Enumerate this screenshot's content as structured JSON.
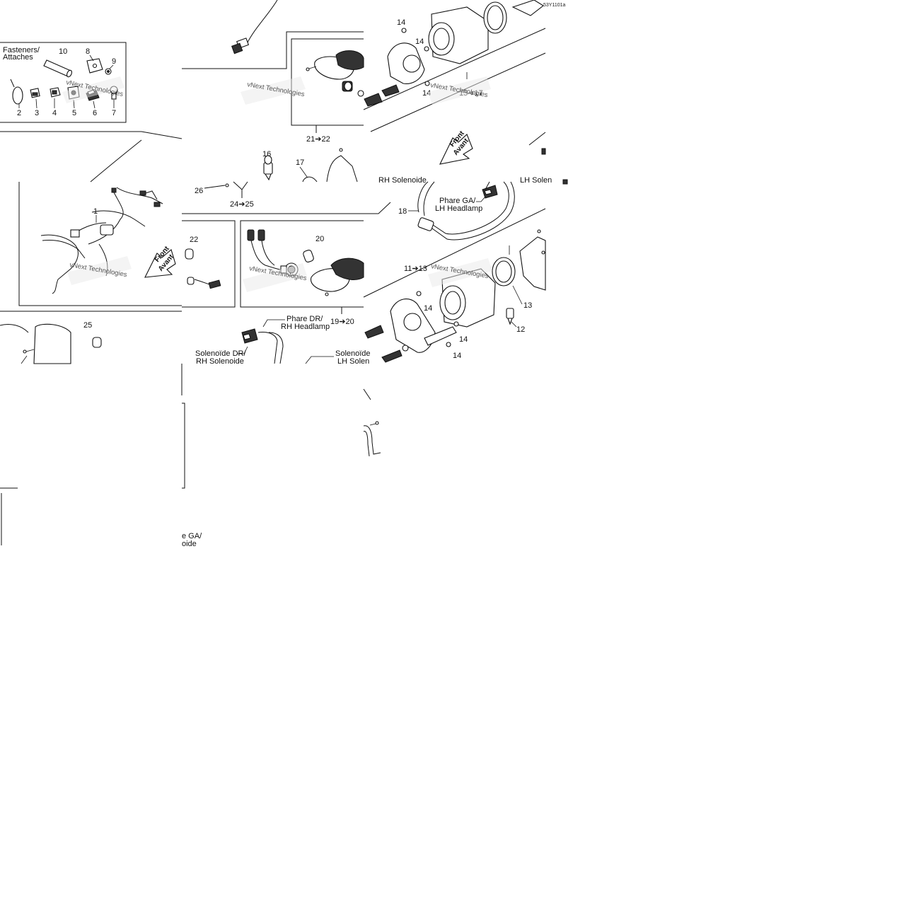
{
  "diagram": {
    "drawing_code": "53Y1101a",
    "watermark": "vNext Technologies",
    "fasteners_box": {
      "title_line1": "Fasteners/",
      "title_line2": "Attaches",
      "items": [
        "10",
        "8",
        "9",
        "2",
        "3",
        "4",
        "5",
        "6",
        "7"
      ]
    },
    "main_harness": {
      "callout": "1"
    },
    "direction_arrows": [
      {
        "line1": "Front",
        "line2": "Avant"
      },
      {
        "line1": "Front",
        "line2": "Avant"
      }
    ],
    "callouts": {
      "c14a": "14",
      "c14b": "14",
      "c14c": "14",
      "c14d": "14",
      "c14e": "14",
      "c14f": "14",
      "c15_17": "15➔17",
      "c21_22": "21➔22",
      "c16": "16",
      "c17": "17",
      "c26": "26",
      "c24_25": "24➔25",
      "c22": "22",
      "c20": "20",
      "c19_20": "19➔20",
      "c25": "25",
      "c18": "18",
      "c11_13": "11➔13",
      "c13": "13",
      "c12": "12"
    },
    "connector_labels": {
      "lh_headlamp_1": "Phare GA/",
      "lh_headlamp_2": "LH Headlamp",
      "rh_headlamp_1": "Phare DR/",
      "rh_headlamp_2": "RH Headlamp",
      "rh_solenoid_1": "Solenoïde DR/",
      "rh_solenoid_2": "RH Solenoide",
      "lh_solenoid_1": "Solenoïde",
      "lh_solenoid_2": "LH Solen",
      "lh_cut_1": "e GA/",
      "lh_cut_2": "oide",
      "cut_top": "RH Solenoide",
      "cut_right": "LH Solen"
    }
  }
}
